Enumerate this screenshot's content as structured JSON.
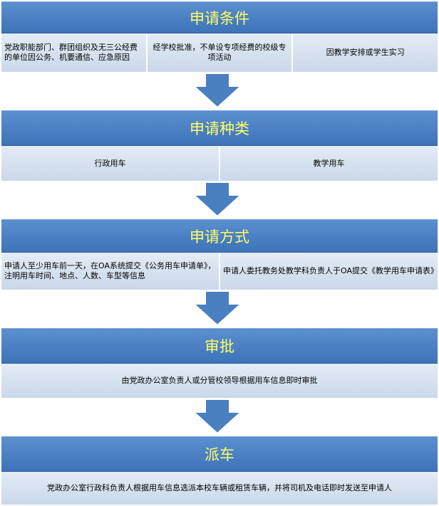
{
  "sections": [
    {
      "title": "申请条件",
      "cells": [
        "党政职能部门、群团组织及无三公经费的单位因公务、机要通信、应急原因",
        "经学校批准，不单设专项经费的校级专项活动",
        "因教学安排或学生实习"
      ]
    },
    {
      "title": "申请种类",
      "cells": [
        "行政用车",
        "教学用车"
      ]
    },
    {
      "title": "申请方式",
      "cells": [
        "申请人至少用车前一天，在OA系统提交《公务用车申请单》，注明用车时间、地点、人数、车型等信息",
        "申请人委托教务处教学科负责人于OA提交《教学用车申请表》"
      ]
    },
    {
      "title": "审批",
      "cells": [
        "由党政办公室负责人或分管校领导根据用车信息即时审批"
      ]
    },
    {
      "title": "派车",
      "cells": [
        "党政办公室行政科负责人根据用车信息选派本校车辆或租赁车辆，并将司机及电话即时发送至申请人"
      ]
    }
  ],
  "colors": {
    "header_bg": "#4a80c4",
    "header_text": "#ffff66",
    "cell_bg": "#d5e1ef",
    "arrow": "#4a7fc0"
  }
}
